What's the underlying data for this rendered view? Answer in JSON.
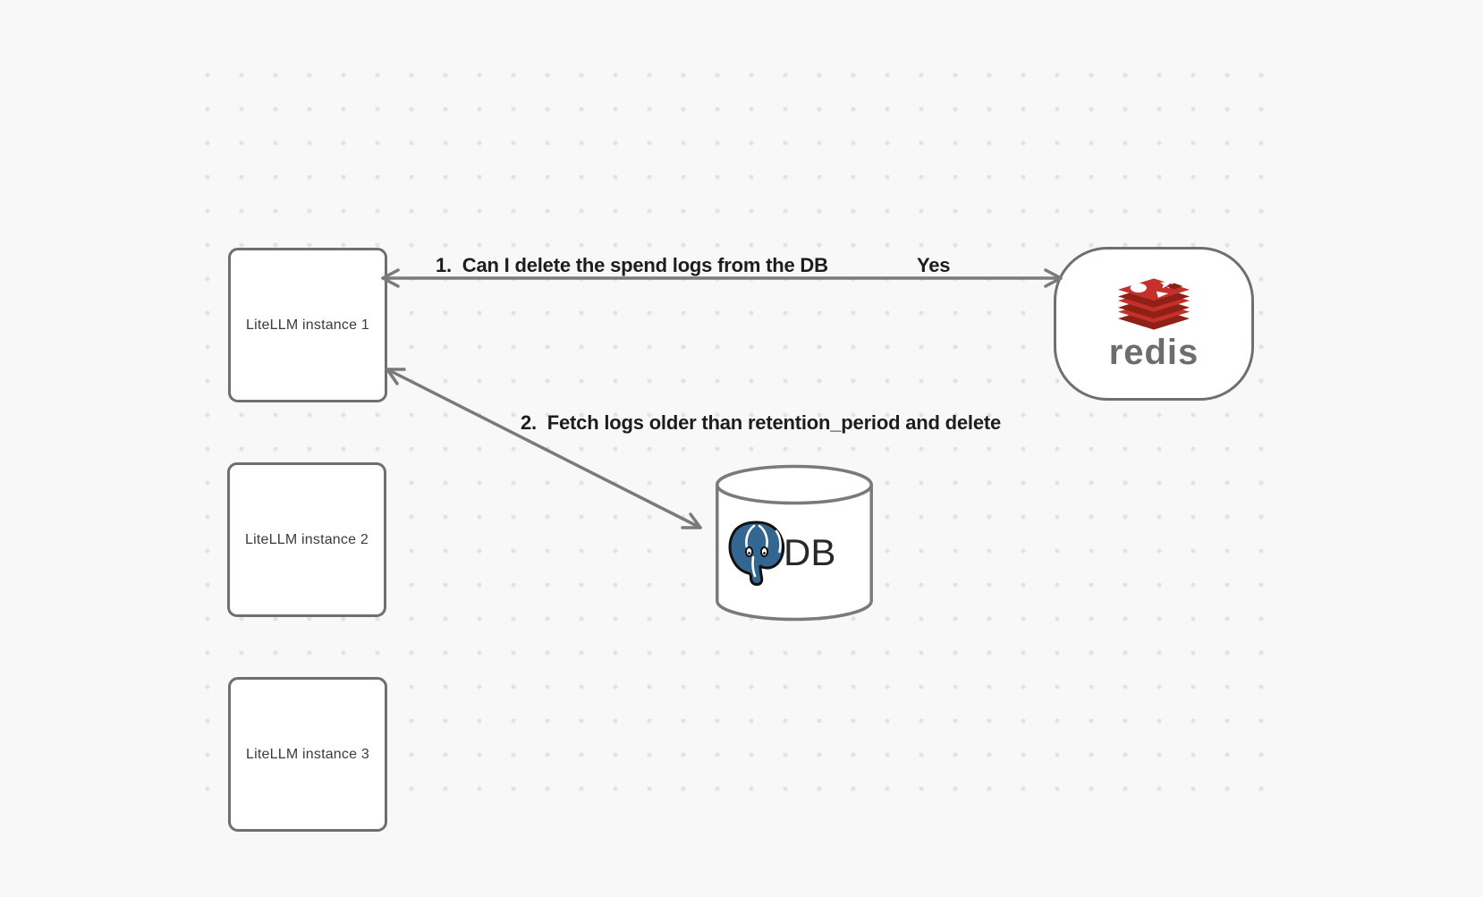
{
  "diagram": {
    "background_color": "#f8f8f8",
    "dot_color": "#e3e3e3",
    "stroke_color": "#7a7a7a",
    "node_border_color": "#6f6f6f",
    "label_color": "#1d1d1d",
    "instances": [
      {
        "label": "LiteLLM instance 1"
      },
      {
        "label": "LiteLLM instance 2"
      },
      {
        "label": "LiteLLM instance 3"
      }
    ],
    "redis": {
      "wordmark": "redis",
      "wordmark_color": "#6d6d6d",
      "logo_red": "#c6302b",
      "logo_dark_red": "#8e2016"
    },
    "db": {
      "label": "DB",
      "postgres_blue": "#336791"
    },
    "arrows": [
      {
        "label": "1.  Can I delete the spend logs from the DB",
        "response": "Yes",
        "from": "Redis",
        "to": "LiteLLM instance 1",
        "heads": "both"
      },
      {
        "label": "2.  Fetch logs older than retention_period and delete",
        "from": "LiteLLM instance 1",
        "to": "DB",
        "heads": "both"
      }
    ]
  }
}
